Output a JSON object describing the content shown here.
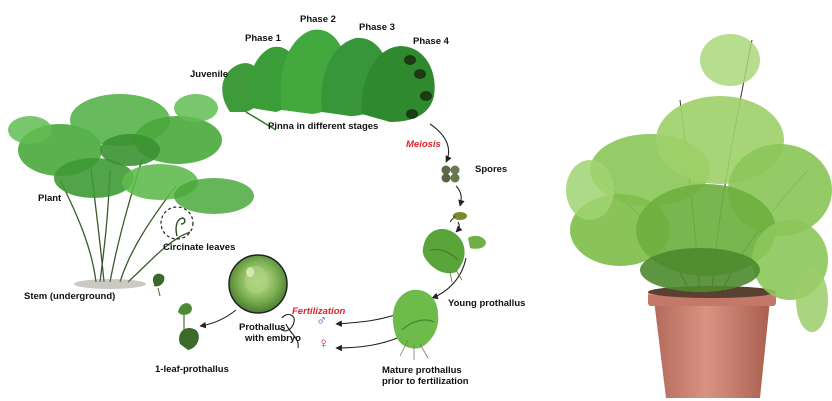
{
  "labels": {
    "phase1": "Phase 1",
    "phase2": "Phase 2",
    "phase3": "Phase 3",
    "phase4": "Phase 4",
    "juvenile": "Juvenile",
    "pinna": "Pinna in different stages",
    "meiosis": "Meiosis",
    "spores": "Spores",
    "plant": "Plant",
    "circinate": "Circinate leaves",
    "stem": "Stem (underground)",
    "young_prothallus": "Young prothallus",
    "fertilization": "Fertilization",
    "prothallus_embryo_1": "Prothallus",
    "prothallus_embryo_2": "with embryo",
    "one_leaf": "1-leaf-prothallus",
    "mature_1": "Mature prothallus",
    "mature_2": "prior to fertilization"
  },
  "symbols": {
    "male": "♂",
    "female": "♀"
  },
  "colors": {
    "leaf_dark": "#2f8a2f",
    "leaf_mid": "#4fae3f",
    "leaf_light": "#8ccf5a",
    "pot": "#c98070",
    "male_blue": "#1f5fd6",
    "female_red": "#d6232b",
    "annotation_red": "#e0242c"
  }
}
